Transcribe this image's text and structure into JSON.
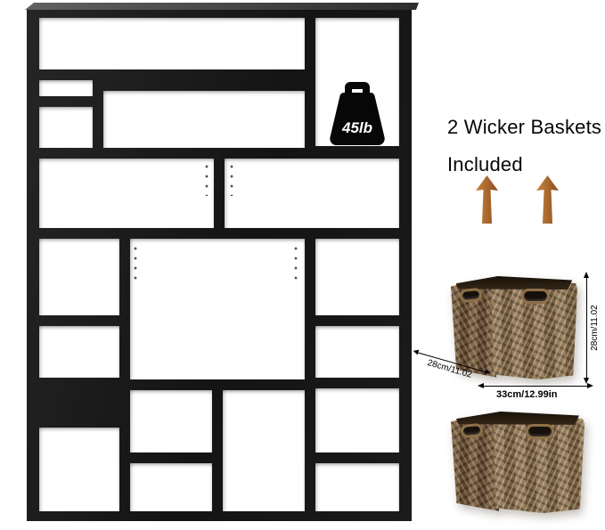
{
  "weight_badge": {
    "label": "45lb"
  },
  "headline": {
    "line1": "2 Wicker Baskets",
    "line2": "Included"
  },
  "dimensions": {
    "basket_height": "28cm/11.02",
    "basket_depth": "28cm/11.02",
    "basket_width": "33cm/12.99in"
  },
  "colors": {
    "background": "#ffffff",
    "shelf": "#171717",
    "text": "#000000",
    "arrow_accent": "#b06a33",
    "wicker_light": "#b39a6e",
    "wicker_dark": "#6e5638",
    "dimension_lines": "#000000"
  },
  "icons": {
    "weight_icon": "weight-capacity-icon",
    "arrow_icon": "up-arrow-icon"
  }
}
